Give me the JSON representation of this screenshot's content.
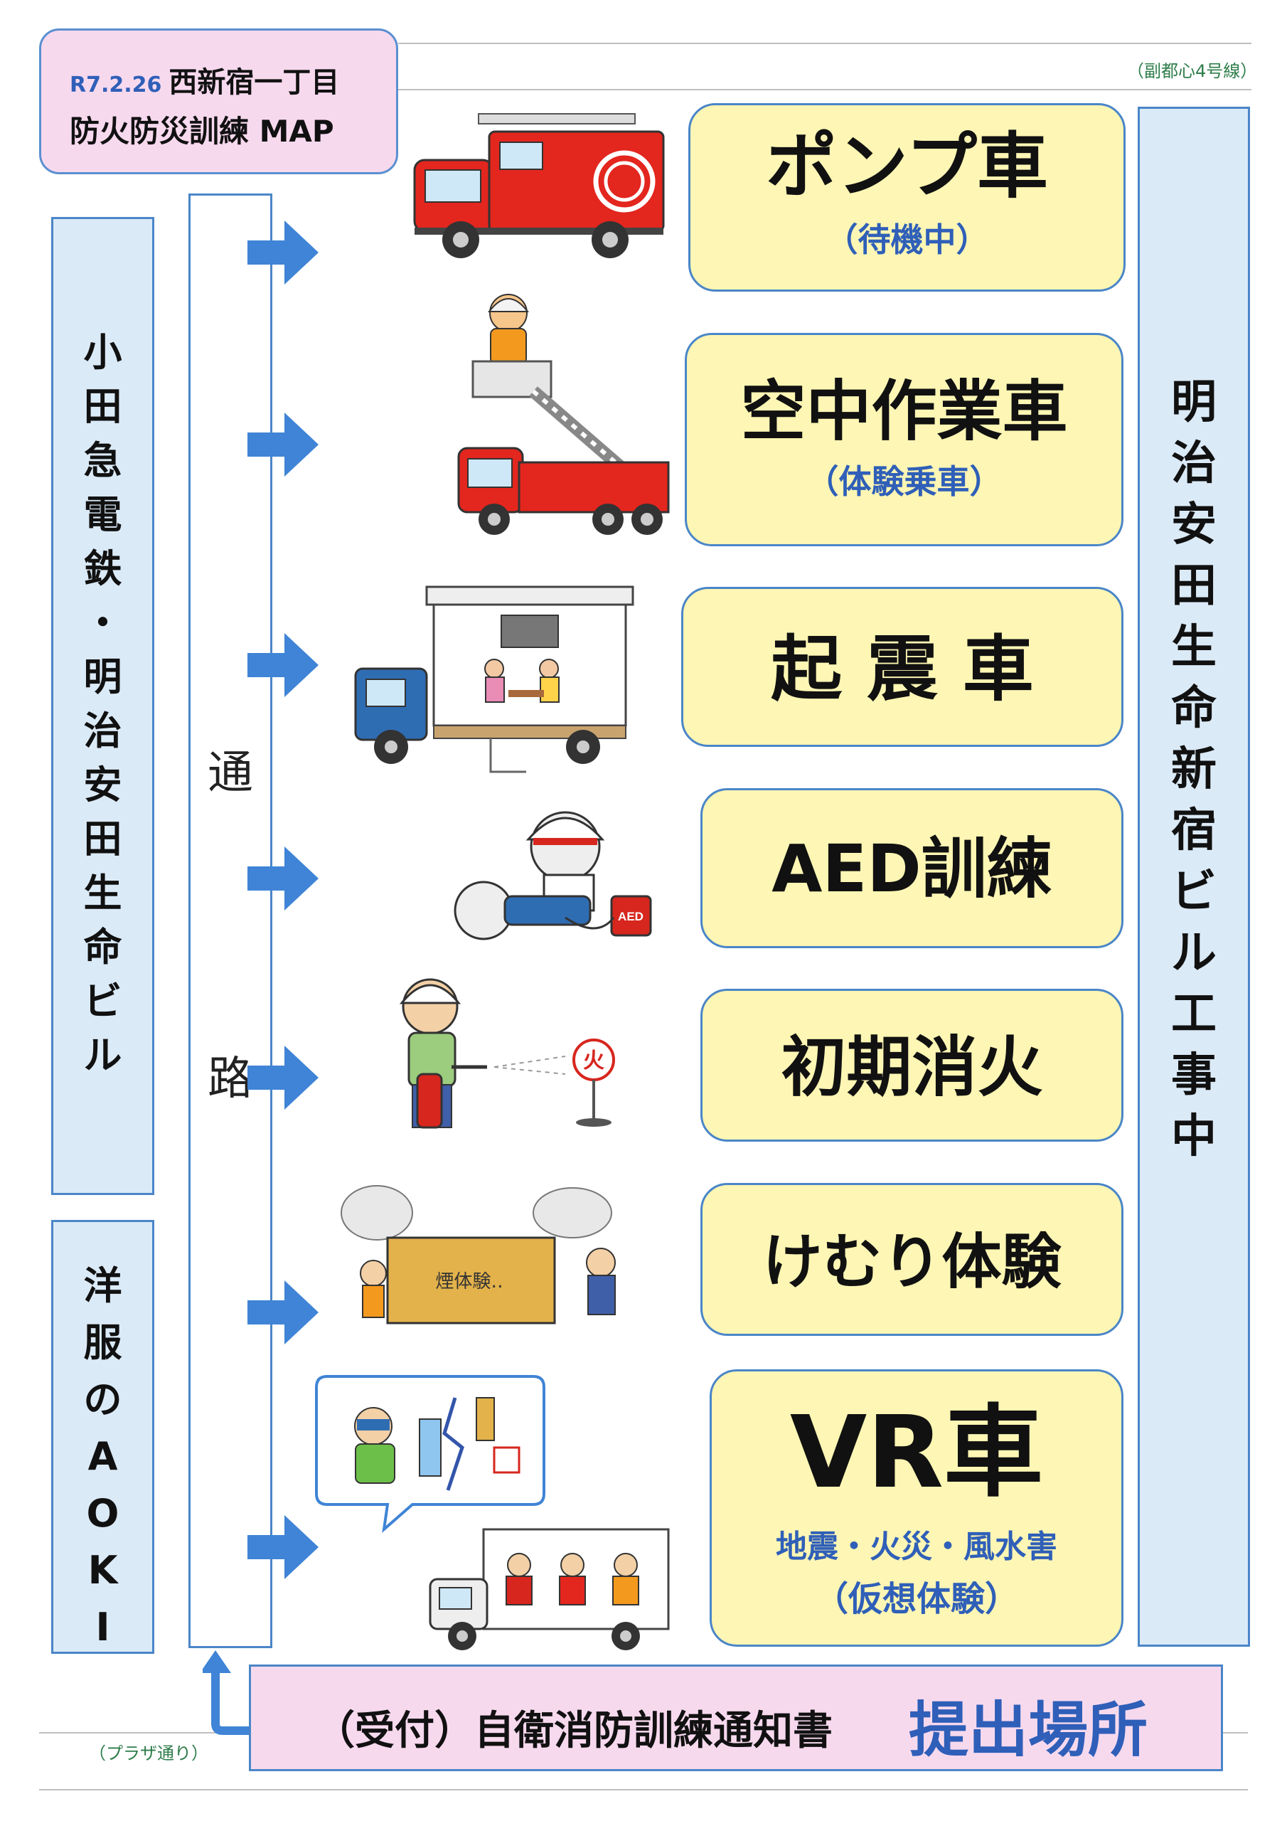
{
  "header": {
    "date": "R7.2.26",
    "title_line1": "西新宿一丁目",
    "title_line2": "防火防災訓練 MAP"
  },
  "labels": {
    "subway": "（副都心4号線）",
    "plaza": "（プラザ通り）",
    "road": [
      "通",
      "路"
    ]
  },
  "buildings": {
    "left_top": [
      "小",
      "田",
      "急",
      "電",
      "鉄",
      "・",
      "明",
      "治",
      "安",
      "田",
      "生",
      "命",
      "ビ",
      "ル"
    ],
    "left_bottom": [
      "洋",
      "服",
      "の",
      "A",
      "O",
      "K",
      "I"
    ],
    "right": [
      "明",
      "治",
      "安",
      "田",
      "生",
      "命",
      "新",
      "宿",
      "ビ",
      "ル",
      "工",
      "事",
      "中"
    ]
  },
  "stations": [
    {
      "title": "ポンプ車",
      "sub": "（待機中）"
    },
    {
      "title": "空中作業車",
      "sub": "（体験乗車）"
    },
    {
      "title": "起 震 車",
      "sub": ""
    },
    {
      "title": "AED訓練",
      "sub": ""
    },
    {
      "title": "初期消火",
      "sub": ""
    },
    {
      "title": "けむり体験",
      "sub": ""
    },
    {
      "title": "VR車",
      "sub": "地震・火災・風水害",
      "sub2": "（仮想体験）"
    }
  ],
  "illustration_text": {
    "aed_label": "AED",
    "fire_sign": "火",
    "smoke_box": "煙体験‥"
  },
  "reception": {
    "text": "（受付）自衛消防訓練通知書",
    "emphasis": "提出場所"
  },
  "colors": {
    "accent_blue": "#4a86c8",
    "card_yellow": "#fdf6b4",
    "pink": "#f7d9ee",
    "light_blue": "#dbeaf7",
    "fire_red": "#d7261e"
  }
}
